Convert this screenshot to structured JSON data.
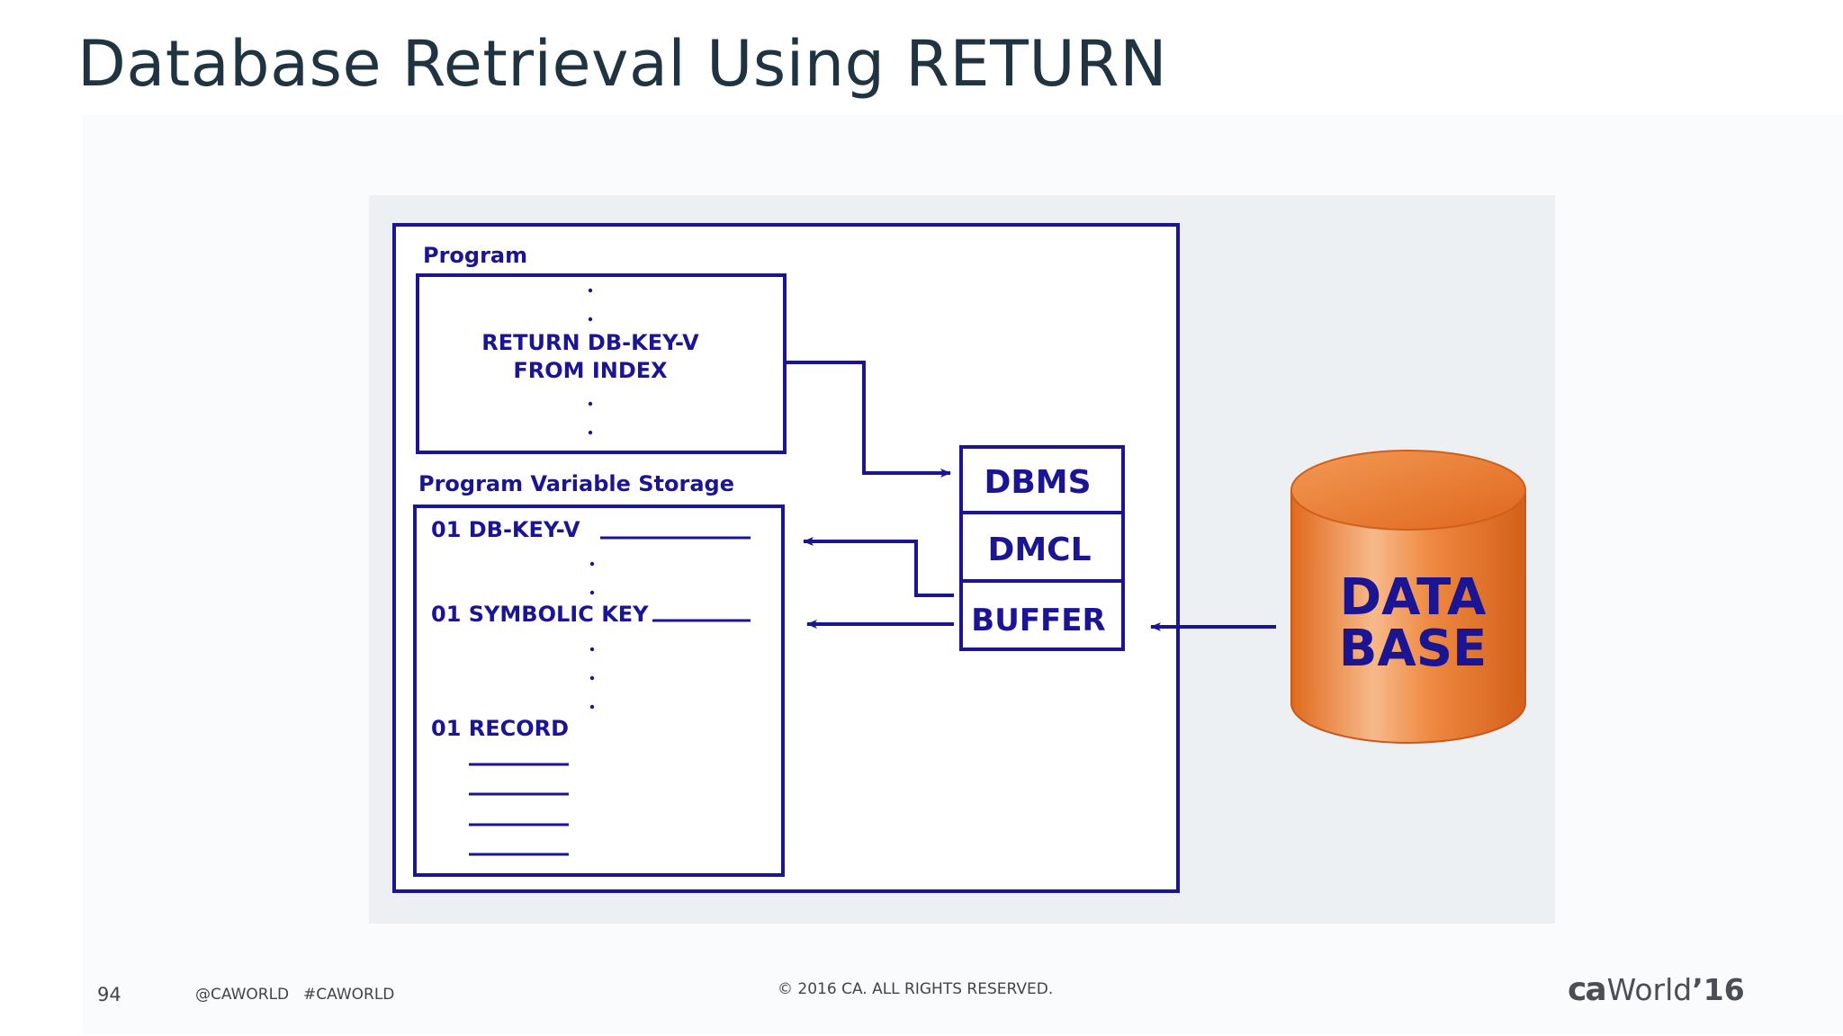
{
  "slide": {
    "title": "Database Retrieval Using RETURN",
    "page_number": "94",
    "handle": "@CAWORLD",
    "hashtag": "#CAWORLD",
    "copyright": "© 2016 CA. ALL RIGHTS RESERVED.",
    "logo": {
      "ca": "ca",
      "world": "World",
      "year": "’16"
    }
  },
  "diagram": {
    "program_label": "Program",
    "return_line1": "RETURN DB-KEY-V",
    "return_line2": "FROM INDEX",
    "storage_label": "Program Variable Storage",
    "storage_items": [
      "01 DB-KEY-V",
      "01 SYMBOLIC KEY",
      "01 RECORD"
    ],
    "stack": [
      "DBMS",
      "DMCL",
      "BUFFER"
    ],
    "database_line1": "DATA",
    "database_line2": "BASE"
  },
  "colors": {
    "ink": "#1b1594",
    "title": "#1f3340",
    "panel": "#edf0f2",
    "cylinder_orange": "#e8782d"
  }
}
